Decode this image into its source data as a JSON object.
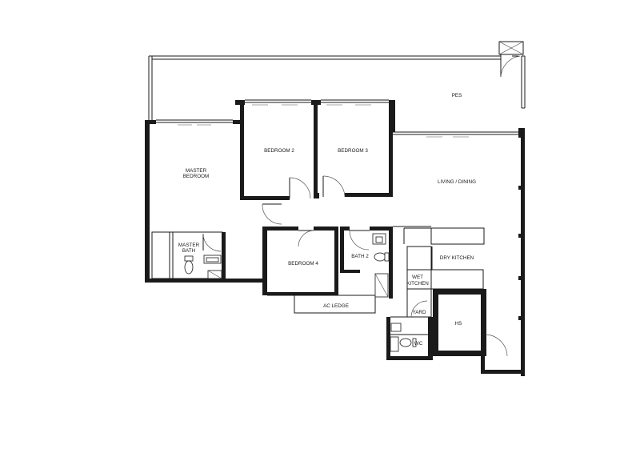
{
  "rooms": {
    "pes": "PES",
    "bedroom_2": "BEDROOM 2",
    "bedroom_3": "BEDROOM 3",
    "master_bedroom_line1": "MASTER",
    "master_bedroom_line2": "BEDROOM",
    "living_dining": "LIVING / DINING",
    "master_bath_line1": "MASTER",
    "master_bath_line2": "BATH",
    "bedroom_4": "BEDROOM 4",
    "bath_2": "BATH 2",
    "dry_kitchen": "DRY KITCHEN",
    "wet_kitchen_line1": "WET",
    "wet_kitchen_line2": "KITCHEN",
    "yard": "YARD",
    "hs": "HS",
    "wc": "WC",
    "ac_ledge": "AC LEDGE"
  }
}
